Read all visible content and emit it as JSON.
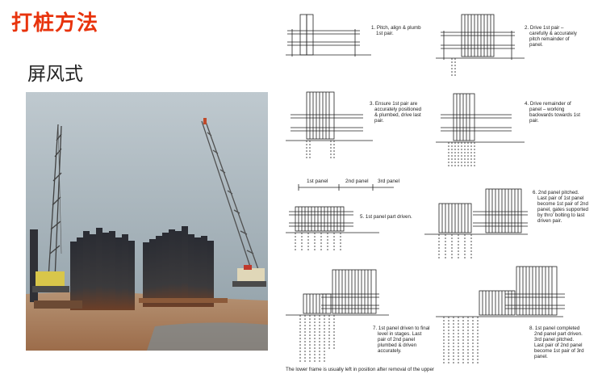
{
  "slide": {
    "title": "打桩方法",
    "subtitle": "屏风式"
  },
  "photo": {
    "alt": "sheet pile walls being driven by two crawler cranes at the water's edge"
  },
  "diagram": {
    "steps": [
      {
        "lines": [
          "1. Pitch, align & plumb",
          "1st pair."
        ]
      },
      {
        "lines": [
          "2. Drive 1st pair –",
          "carefully & accurately",
          "pitch remainder of",
          "panel."
        ]
      },
      {
        "lines": [
          "3. Ensure 1st pair are",
          "accurately positioned",
          "& plumbed, drive last",
          "pair."
        ]
      },
      {
        "lines": [
          "4. Drive remainder of",
          "panel – working",
          "backwards towards 1st",
          "pair."
        ]
      },
      {
        "lines": [
          "5. 1st panel part driven."
        ]
      },
      {
        "lines": [
          "6. 2nd panel pitched.",
          "Last pair of 1st panel",
          "become 1st pair of 2nd",
          "panel, gates supported",
          "by thro' bolting to last",
          "driven pair."
        ]
      },
      {
        "lines": [
          "7. 1st panel driven to final",
          "level in stages. Last",
          "pair of 2nd panel",
          "plumbed & driven",
          "accurately."
        ]
      },
      {
        "lines": [
          "8. 1st panel completed",
          "2nd panel part driven.",
          "3rd panel pitched.",
          "Last pair of 2nd panel",
          "become 1st pair of 3rd",
          "panel."
        ]
      }
    ],
    "panel_labels": [
      "1st panel",
      "2nd panel",
      "3rd panel"
    ],
    "footnote": "The lower frame is usually left in position after removal of the upper"
  }
}
